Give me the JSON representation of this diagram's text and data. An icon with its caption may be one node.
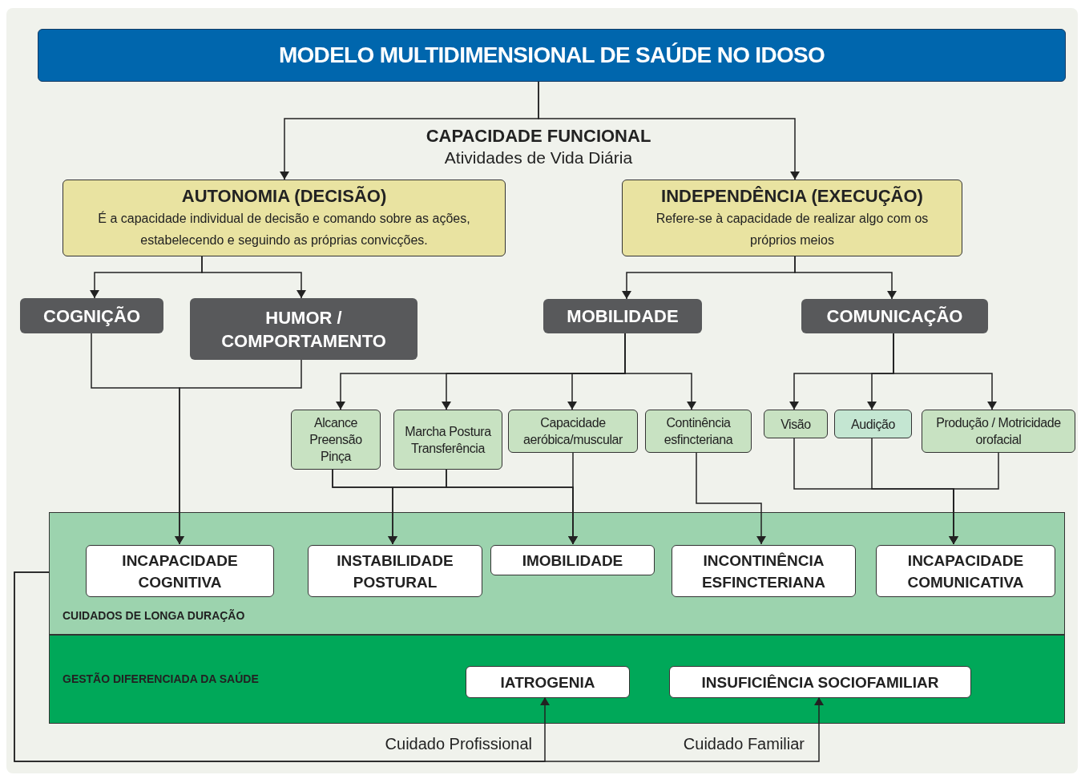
{
  "diagram": {
    "nodes": [
      {
        "text": [
          "MODELO MULTIDIMENSIONAL DE SAÚDE NO IDOSO"
        ]
      },
      {
        "text": [
          "AUTONOMIA (DECISÃO)",
          "É a capacidade individual de decisão e comando sobre as ações, estabelecendo e seguindo as próprias convicções."
        ]
      },
      {
        "text": [
          "INDEPENDÊNCIA (EXECUÇÃO)",
          "Refere-se à capacidade de realizar algo com os próprios meios"
        ]
      },
      {
        "text": [
          "COGNIÇÃO"
        ]
      },
      {
        "text": [
          "HUMOR / COMPORTAMENTO"
        ]
      },
      {
        "text": [
          "MOBILIDADE"
        ]
      },
      {
        "text": [
          "COMUNICAÇÃO"
        ]
      },
      {
        "text": [
          "Alcance Preensão Pinça"
        ]
      },
      {
        "text": [
          "Marcha Postura Transferência"
        ]
      },
      {
        "text": [
          "Capacidade aeróbica/muscular"
        ]
      },
      {
        "text": [
          "Continência esfincteriana"
        ]
      },
      {
        "text": [
          "Visão"
        ]
      },
      {
        "text": [
          "Audição"
        ]
      },
      {
        "text": [
          "Produção / Motricidade orofacial"
        ]
      },
      {
        "text": [
          "CUIDADOS DE LONGA DURAÇÃO"
        ]
      },
      {
        "text": [
          "INCAPACIDADE COGNITIVA"
        ],
        "in": 14
      },
      {
        "text": [
          "INSTABILIDADE POSTURAL"
        ],
        "in": 14
      },
      {
        "text": [
          "IMOBILIDADE"
        ],
        "in": 14
      },
      {
        "text": [
          "INCONTINÊNCIA ESFINCTERIANA"
        ],
        "in": 14
      },
      {
        "text": [
          "INCAPACIDADE COMUNICATIVA"
        ],
        "in": 14
      },
      {
        "text": [
          "GESTÃO DIFERENCIADA DA SAÚDE"
        ]
      },
      {
        "text": [
          "IATROGENIA"
        ],
        "in": 20
      },
      {
        "text": [
          "INSUFICIÊNCIA SOCIOFAMILIAR"
        ],
        "in": 20
      }
    ],
    "edges": [
      {
        "from": 0,
        "to": 1,
        "arrow": "to"
      },
      {
        "from": 0,
        "to": 2,
        "arrow": "to"
      },
      {
        "from": 1,
        "to": 3,
        "arrow": "to"
      },
      {
        "from": 1,
        "to": 4,
        "arrow": "to"
      },
      {
        "from": 2,
        "to": 5,
        "arrow": "to"
      },
      {
        "from": 2,
        "to": 6,
        "arrow": "to"
      },
      {
        "from": 5,
        "to": 7,
        "arrow": "to"
      },
      {
        "from": 5,
        "to": 8,
        "arrow": "to"
      },
      {
        "from": 5,
        "to": 9,
        "arrow": "to"
      },
      {
        "from": 5,
        "to": 10,
        "arrow": "to"
      },
      {
        "from": 6,
        "to": 11,
        "arrow": "to"
      },
      {
        "from": 6,
        "to": 12,
        "arrow": "to"
      },
      {
        "from": 6,
        "to": 13,
        "arrow": "to"
      },
      {
        "from": 3,
        "to": 15,
        "arrow": "to"
      },
      {
        "from": 4,
        "to": 15,
        "arrow": "to"
      },
      {
        "from": 7,
        "to": 16,
        "arrow": "to"
      },
      {
        "from": 8,
        "to": 16,
        "arrow": "to"
      },
      {
        "from": 7,
        "to": 17,
        "arrow": "to"
      },
      {
        "from": 8,
        "to": 17,
        "arrow": "to"
      },
      {
        "from": 9,
        "to": 17,
        "arrow": "to"
      },
      {
        "from": 10,
        "to": 18,
        "arrow": "to"
      },
      {
        "from": 11,
        "to": 19,
        "arrow": "to"
      },
      {
        "from": 12,
        "to": 19,
        "arrow": "to"
      },
      {
        "from": 13,
        "to": 19,
        "arrow": "to"
      },
      {
        "from": 14,
        "to": 21,
        "arrow": "to",
        "label": "Cuidado Profissional"
      },
      {
        "from": 14,
        "to": 22,
        "arrow": "to",
        "label": "Cuidado Familiar"
      }
    ],
    "labels": [
      "CAPACIDADE FUNCIONAL",
      "Atividades de Vida Diária"
    ]
  }
}
